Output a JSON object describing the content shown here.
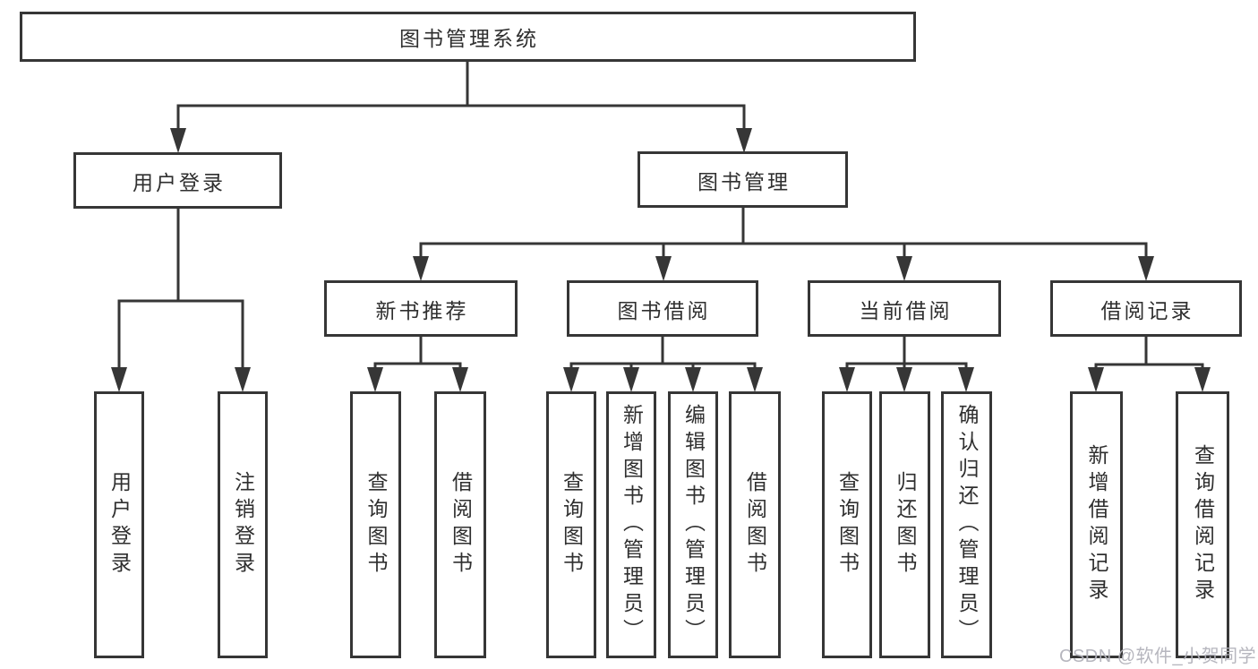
{
  "diagram_type": "tree-diagram",
  "colors": {
    "line": "#363636",
    "box_border": "#363636",
    "background": "#ffffff",
    "watermark": "#b2b2ba"
  },
  "tree": {
    "label": "图书管理系统",
    "children": [
      {
        "label": "用户登录",
        "children": [
          {
            "label": "用户登录"
          },
          {
            "label": "注销登录"
          }
        ]
      },
      {
        "label": "图书管理",
        "children": [
          {
            "label": "新书推荐",
            "children": [
              {
                "label": "查询图书"
              },
              {
                "label": "借阅图书"
              }
            ]
          },
          {
            "label": "图书借阅",
            "children": [
              {
                "label": "查询图书"
              },
              {
                "label": "新增图书（管理员）"
              },
              {
                "label": "编辑图书（管理员）"
              },
              {
                "label": "借阅图书"
              }
            ]
          },
          {
            "label": "当前借阅",
            "children": [
              {
                "label": "查询图书"
              },
              {
                "label": "归还图书"
              },
              {
                "label": "确认归还（管理员）"
              }
            ]
          },
          {
            "label": "借阅记录",
            "children": [
              {
                "label": "新增借阅记录"
              },
              {
                "label": "查询借阅记录"
              }
            ]
          }
        ]
      }
    ]
  },
  "watermark": {
    "text": "CSDN @软件_小贺同学"
  }
}
